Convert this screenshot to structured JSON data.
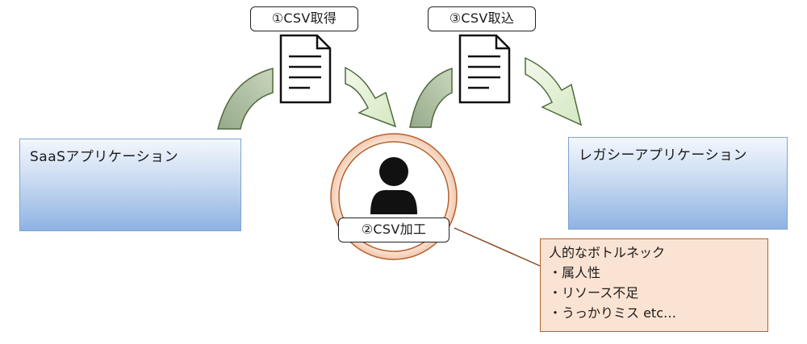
{
  "step1": {
    "label": "①CSV取得"
  },
  "step2": {
    "label": "②CSV加工"
  },
  "step3": {
    "label": "③CSV取込"
  },
  "saas": {
    "label": "SaaSアプリケーション"
  },
  "legacy": {
    "label": "レガシーアプリケーション"
  },
  "note": {
    "title": "人的なボトルネック",
    "items": [
      "・属人性",
      "・リソース不足",
      "・うっかりミス etc…"
    ]
  },
  "colors": {
    "arrow_dark": "#a8b89d",
    "arrow_light": "#e6f1d9",
    "arrow_stroke": "#4f6a3c",
    "ring_fill": "#f8ddcd",
    "ring_stroke": "#b5602c",
    "box_blue": "#8fb2e3",
    "note_fill": "#fbe3d3",
    "person": "#111111"
  },
  "icons": [
    "document-icon",
    "person-icon",
    "curved-arrow"
  ]
}
